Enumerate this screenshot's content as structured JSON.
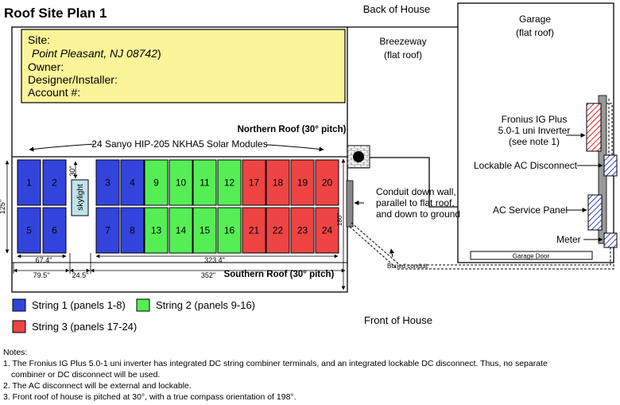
{
  "title": "Roof Site Plan 1",
  "info_box": {
    "site_label": "Site:",
    "site_address": "Point Pleasant, NJ 08742",
    "site_close": ")",
    "owner_label": "Owner:",
    "designer_label": "Designer/Installer:",
    "account_label": "Account #:"
  },
  "labels": {
    "back_of_house": "Back of House",
    "front_of_house": "Front of House",
    "breezeway": "Breezeway",
    "breezeway_sub": "(flat roof)",
    "garage": "Garage",
    "garage_sub": "(flat roof)",
    "garage_door": "Garage Door",
    "northern_roof": "Northern Roof (30° pitch)",
    "southern_roof": "Southern Roof (30° pitch)",
    "modules_caption": "24 Sanyo HIP-205 NKHA5 Solar Modules",
    "skylight": "skylight",
    "conduit_line1": "Conduit down wall,",
    "conduit_line2": "parallel to flat roof,",
    "conduit_line3": "and down to ground",
    "buried_conduit": "Buried conduit",
    "inverter_line1": "Fronius IG Plus",
    "inverter_line2": "5.0-1 uni Inverter",
    "inverter_line3": "(see note 1)",
    "ac_disconnect": "Lockable AC Disconnect",
    "service_panel": "AC Service Panel",
    "meter": "Meter"
  },
  "dimensions": {
    "d30": "30\"",
    "d125": "125\"",
    "d67_4": "67.4\"",
    "d323_4": "323.4\"",
    "d79_5": "79.5\"",
    "d24_5": "24.5\"",
    "d352": "352\"",
    "d180": "180\""
  },
  "panels": [
    {
      "num": "1",
      "string": 1
    },
    {
      "num": "2",
      "string": 1
    },
    {
      "num": "5",
      "string": 1
    },
    {
      "num": "6",
      "string": 1
    },
    {
      "num": "3",
      "string": 1
    },
    {
      "num": "4",
      "string": 1
    },
    {
      "num": "7",
      "string": 1
    },
    {
      "num": "8",
      "string": 1
    },
    {
      "num": "9",
      "string": 2
    },
    {
      "num": "10",
      "string": 2
    },
    {
      "num": "11",
      "string": 2
    },
    {
      "num": "12",
      "string": 2
    },
    {
      "num": "13",
      "string": 2
    },
    {
      "num": "14",
      "string": 2
    },
    {
      "num": "15",
      "string": 2
    },
    {
      "num": "16",
      "string": 2
    },
    {
      "num": "17",
      "string": 3
    },
    {
      "num": "18",
      "string": 3
    },
    {
      "num": "19",
      "string": 3
    },
    {
      "num": "20",
      "string": 3
    },
    {
      "num": "21",
      "string": 3
    },
    {
      "num": "22",
      "string": 3
    },
    {
      "num": "23",
      "string": 3
    },
    {
      "num": "24",
      "string": 3
    }
  ],
  "legend": [
    {
      "label": "String 1 (panels 1-8)",
      "color": "#3344dd"
    },
    {
      "label": "String 2 (panels 9-16)",
      "color": "#55ee55"
    },
    {
      "label": "String 3 (panels 17-24)",
      "color": "#ee4444"
    }
  ],
  "colors": {
    "string1": "#3344dd",
    "string2": "#55ee55",
    "string3": "#ee4444",
    "info_box": "#fbf499",
    "skylight": "#bfe3ea"
  },
  "notes": {
    "heading": "Notes:",
    "note1": "1. The Fronius IG Plus 5.0-1 uni inverter has integrated DC string combiner terminals, and an integrated lockable DC disconnect.  Thus, no separate",
    "note1_cont": "combiner or DC disconnect will be used.",
    "note2": "2. The AC disconnect will be external and lockable.",
    "note3": "3. Front roof of house is pitched at 30°, with a true compass orientation of 198°."
  }
}
